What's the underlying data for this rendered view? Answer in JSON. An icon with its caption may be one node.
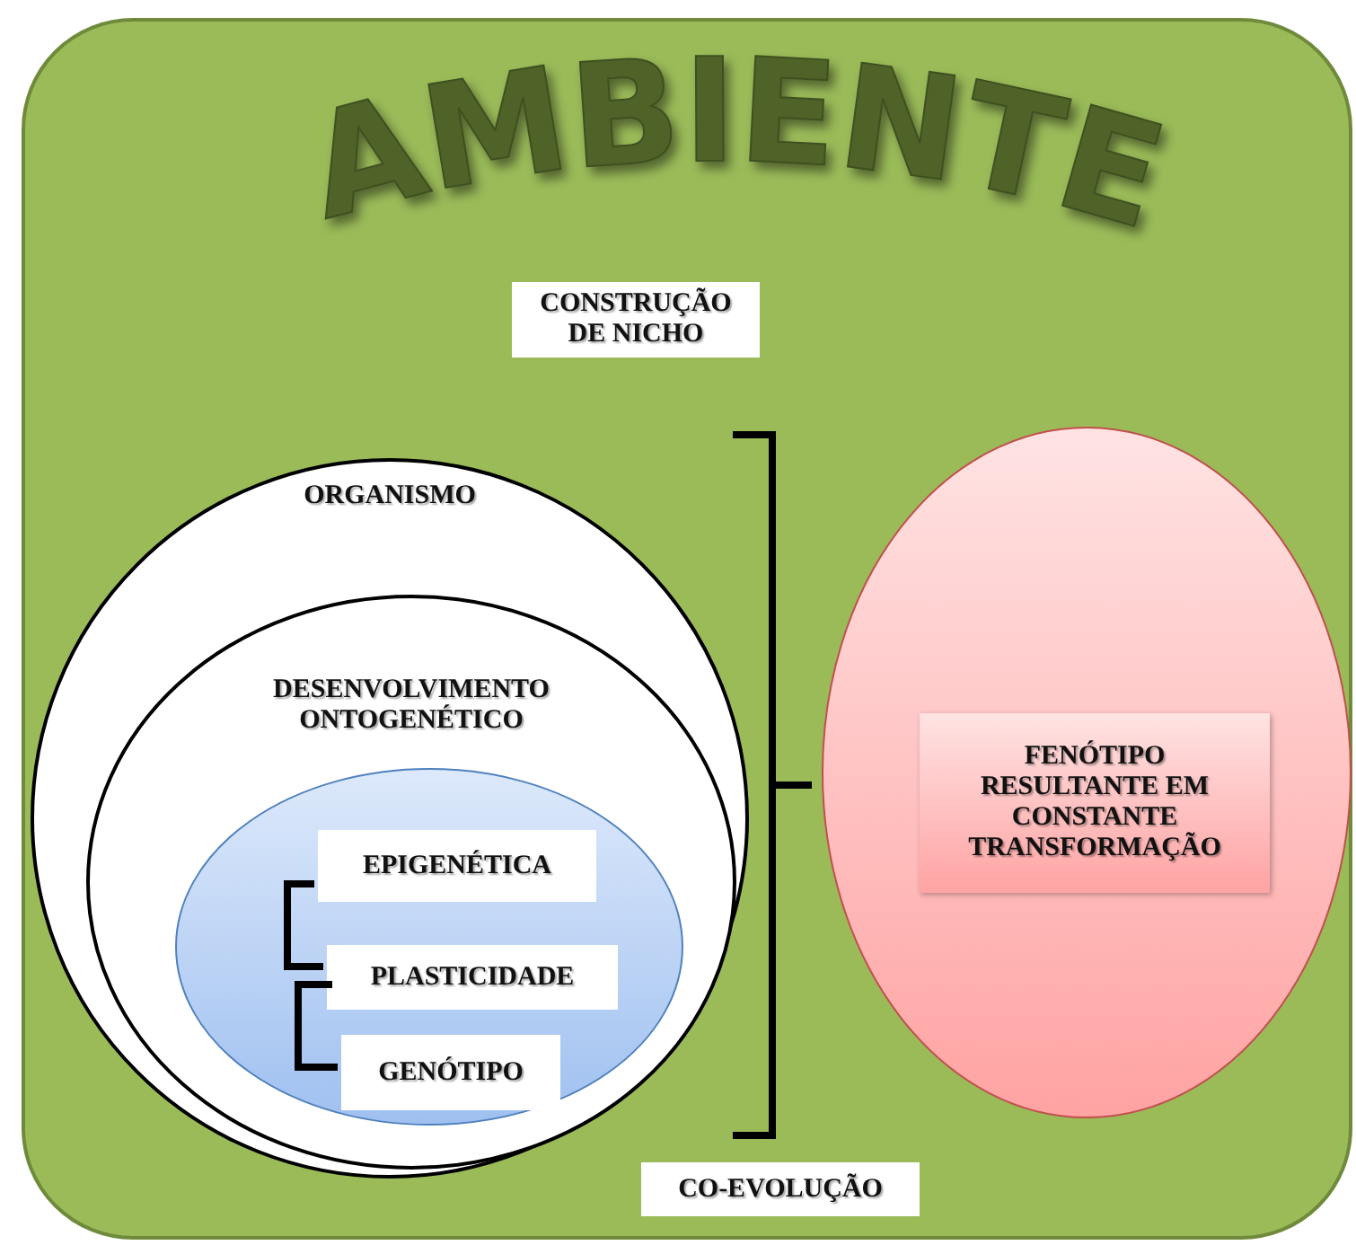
{
  "diagram": {
    "nodes": [
      {
        "text": [
          "AMBIENTE"
        ]
      },
      {
        "text": [
          "CONSTRUÇÃO DE NICHO"
        ],
        "in": 0
      },
      {
        "text": [
          "ORGANISMO"
        ],
        "in": 0
      },
      {
        "text": [
          "DESENVOLVIMENTO ONTOGENÉTICO"
        ],
        "in": 2
      },
      {
        "text": [],
        "shape": "circle",
        "in": 3
      },
      {
        "text": [
          "EPIGENÉTICA"
        ],
        "in": 4
      },
      {
        "text": [
          "PLASTICIDADE"
        ],
        "in": 4
      },
      {
        "text": [
          "GENÓTIPO"
        ],
        "in": 4
      },
      {
        "text": [],
        "shape": "circle",
        "in": 0
      },
      {
        "text": [
          "FENÓTIPO RESULTANTE EM CONSTANTE TRANSFORMAÇÃO"
        ],
        "in": 8
      },
      {
        "text": [
          "CO-EVOLUÇÃO"
        ],
        "in": 0
      }
    ]
  }
}
